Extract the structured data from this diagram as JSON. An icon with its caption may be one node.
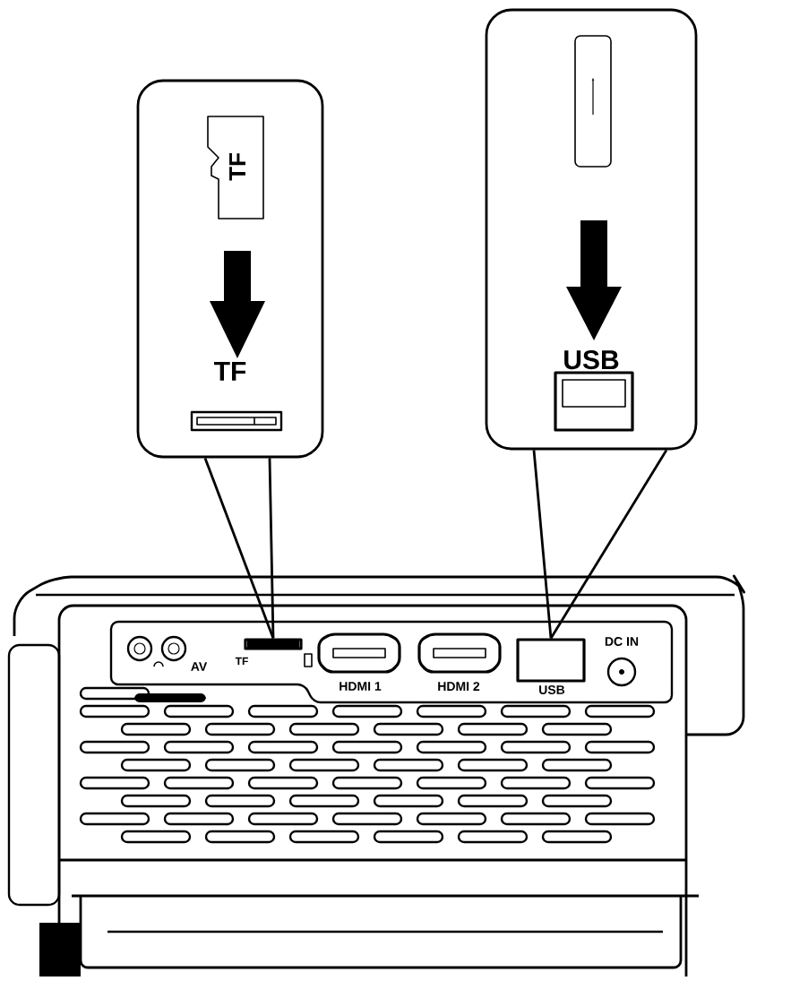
{
  "diagram": {
    "nodes": [
      {
        "text": [
          "TF"
        ]
      },
      {
        "text": [
          "USB"
        ]
      },
      {
        "text": [],
        "shape": "box",
        "beside": [
          "TF"
        ]
      },
      {
        "text": [],
        "shape": "box",
        "beside": [
          "USB"
        ]
      }
    ],
    "edges": [
      {
        "from": 0,
        "to": 2,
        "arrow": "none"
      },
      {
        "from": 1,
        "to": 3,
        "arrow": "none"
      }
    ],
    "labels": [
      "TF",
      "AV",
      "HDMI 1",
      "HDMI 2",
      "DC IN"
    ]
  }
}
